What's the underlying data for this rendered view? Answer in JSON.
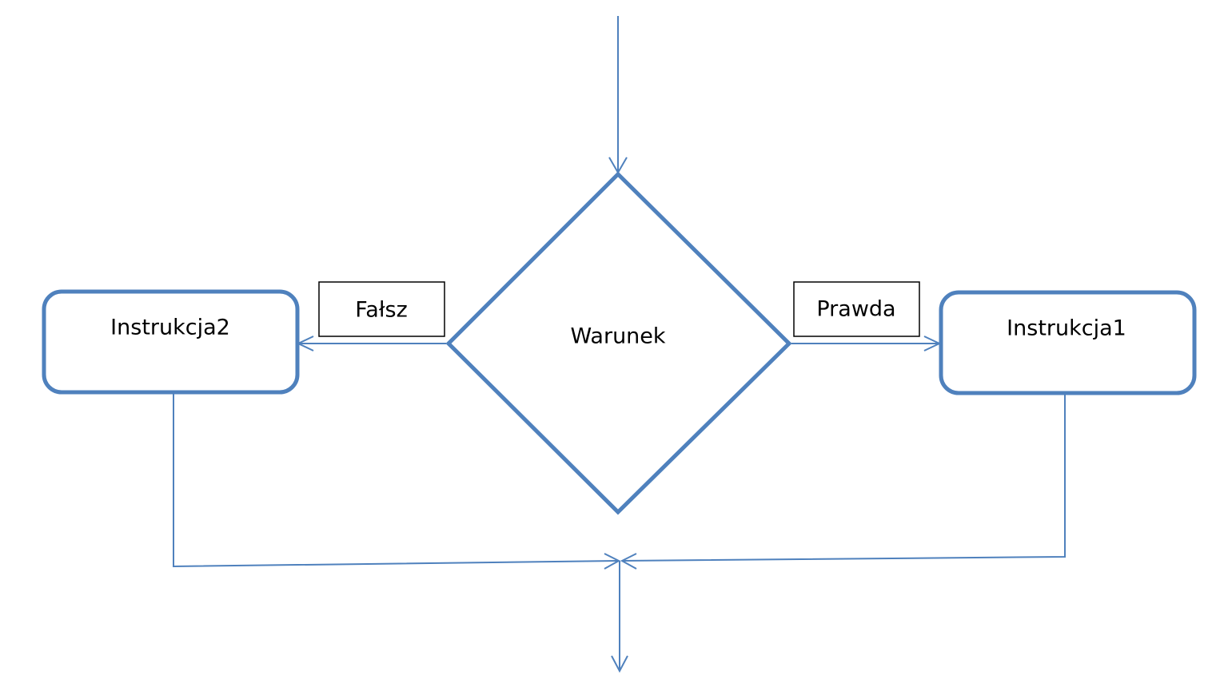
{
  "colors": {
    "flow_line": "#4F81BD",
    "shape_stroke": "#4F81BD",
    "label_border": "#000000",
    "text": "#000000",
    "background": "#FFFFFF"
  },
  "nodes": {
    "decision": {
      "label": "Warunek",
      "shape": "diamond"
    },
    "instruction_left": {
      "label": "Instrukcja2",
      "shape": "rounded-rectangle"
    },
    "instruction_right": {
      "label": "Instrukcja1",
      "shape": "rounded-rectangle"
    }
  },
  "edge_labels": {
    "false_branch": "Fałsz",
    "true_branch": "Prawda"
  }
}
